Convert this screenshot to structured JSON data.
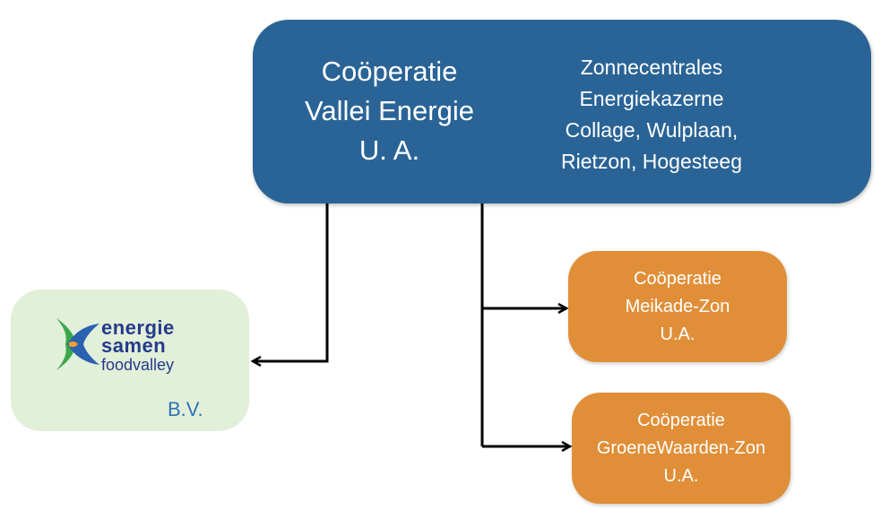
{
  "main": {
    "name_lines": [
      "Coöperatie",
      "Vallei Energie",
      "U. A."
    ],
    "project_lines": [
      "Zonnecentrales",
      "Energiekazerne",
      "Collage, Wulplaan,",
      "Rietzon, Hogesteeg"
    ],
    "color": "#2a6496"
  },
  "bv": {
    "logo_text": [
      "energie",
      "samen",
      "foodvalley"
    ],
    "label": "B.V.",
    "color": "#e2efd9"
  },
  "meikade": {
    "lines": [
      "Coöperatie",
      "Meikade-Zon",
      "U.A."
    ],
    "color": "#e08f38"
  },
  "groenewaarden": {
    "lines": [
      "Coöperatie",
      "GroeneWaarden-Zon",
      "U.A."
    ],
    "color": "#e08f38"
  }
}
